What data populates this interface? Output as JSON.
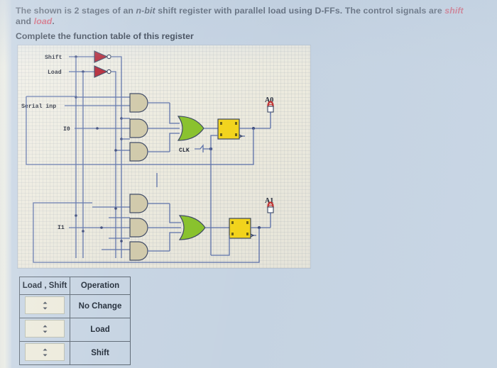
{
  "question": {
    "line1_a": "The shown is 2 stages of an ",
    "line1_b": "n-bit",
    "line1_c": " shift register with parallel load using D-FFs. The control signals are ",
    "line1_shift": "shift",
    "line1_and": " and ",
    "line1_load": "load",
    "line1_end": ".",
    "line2": "Complete the function table of this register"
  },
  "circuit": {
    "labels": {
      "shift": "Shift",
      "load": "Load",
      "serial_input": "Serial inp",
      "i0": "I0",
      "i1": "I1",
      "clk": "CLK",
      "a0": "A0",
      "a1": "A1"
    },
    "colors": {
      "wire": "#5a6fa8",
      "inverter_fill": "#b22030",
      "and_fill": "#cfc8a8",
      "or_fill": "#86c028",
      "ff_fill": "#f2d31a",
      "led_stroke": "#c03030",
      "gate_outline": "#3a4560",
      "panel_bg": "#ebe9dd"
    },
    "gate_counts": {
      "inverters": 2,
      "and_gates": 6,
      "or_gates": 2,
      "flip_flops": 2,
      "leds": 2
    }
  },
  "function_table": {
    "headers": [
      "Load , Shift",
      "Operation"
    ],
    "rows": [
      {
        "select_value": "",
        "operation": "No Change"
      },
      {
        "select_value": "",
        "operation": "Load"
      },
      {
        "select_value": "",
        "operation": "Shift"
      }
    ]
  }
}
